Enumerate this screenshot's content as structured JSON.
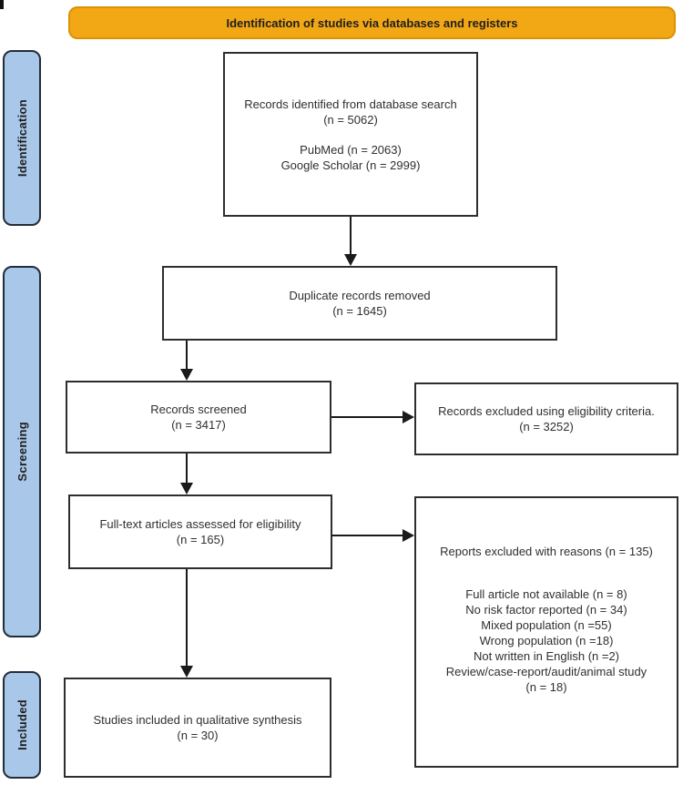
{
  "title_banner": "Identification of studies via databases and registers",
  "stages": [
    {
      "label": "Identification"
    },
    {
      "label": "Screening"
    },
    {
      "label": "Included"
    }
  ],
  "boxes": {
    "records_identified": {
      "lines": [
        "Records identified from database search",
        "(n = 5062)"
      ],
      "sub_lines": [
        "PubMed (n = 2063)",
        "Google Scholar (n = 2999)"
      ]
    },
    "duplicates_removed": {
      "lines": [
        "Duplicate records removed",
        "(n = 1645)"
      ]
    },
    "records_screened": {
      "lines": [
        "Records screened",
        "(n = 3417)"
      ]
    },
    "records_excluded": {
      "lines": [
        "Records excluded using eligibility criteria.",
        "(n = 3252)"
      ]
    },
    "fulltext_assessed": {
      "lines": [
        "Full-text articles assessed for eligibility",
        "(n = 165)"
      ]
    },
    "reports_excluded": {
      "title": "Reports excluded with reasons (n = 135)",
      "reasons": [
        "Full article not available (n = 8)",
        "No risk factor reported (n = 34)",
        "Mixed population (n =55)",
        "Wrong population (n =18)",
        "Not written in English (n =2)",
        "Review/case-report/audit/animal study",
        "(n = 18)"
      ]
    },
    "studies_included": {
      "lines": [
        "Studies included in qualitative synthesis",
        "(n = 30)"
      ]
    }
  },
  "colors": {
    "banner_bg": "#F2A715",
    "banner_border": "#DB9104",
    "stage_bg": "#A9C7E9",
    "stage_border": "#222D3A",
    "box_border": "#2E2E2E",
    "arrow": "#1A1A1A",
    "text": "#2F2F2F"
  }
}
